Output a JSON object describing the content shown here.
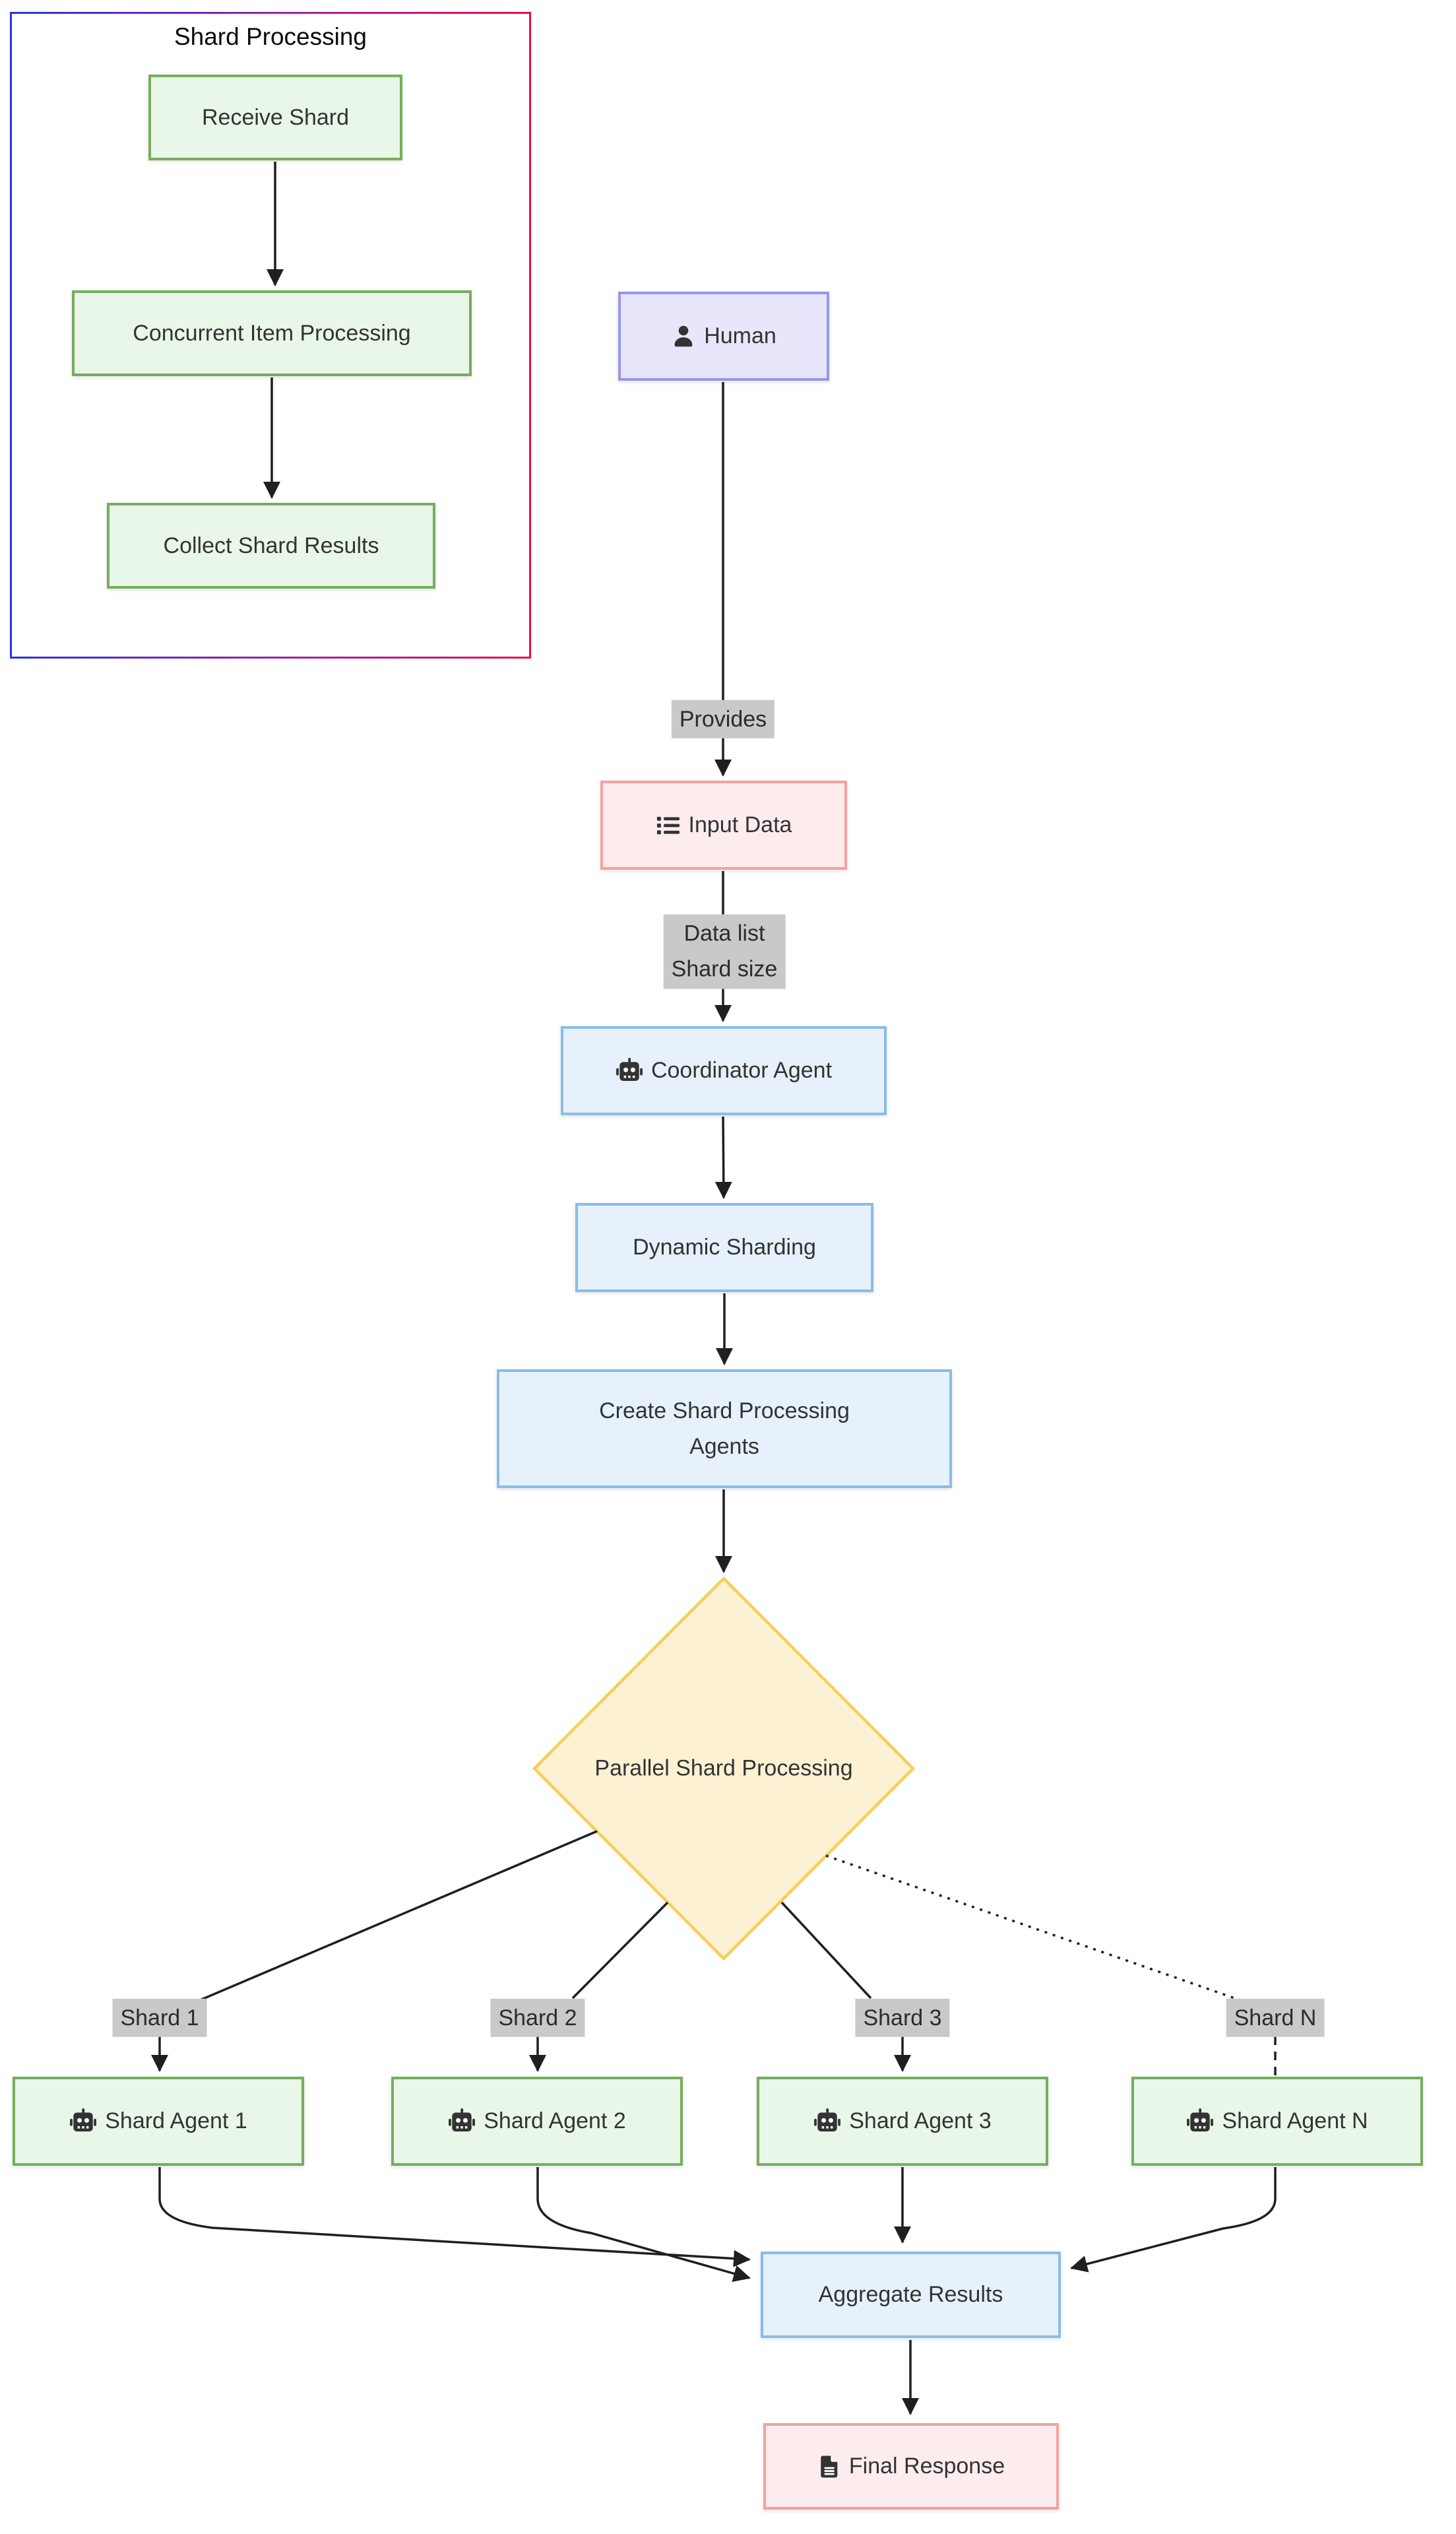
{
  "diagram": {
    "subgraph": {
      "title": "Shard Processing"
    },
    "nodes": {
      "receive_shard": {
        "label": "Receive Shard"
      },
      "concurrent": {
        "label": "Concurrent Item Processing"
      },
      "collect": {
        "label": "Collect Shard Results"
      },
      "human": {
        "label": "Human",
        "icon": "user-icon"
      },
      "input_data": {
        "label": "Input Data",
        "icon": "list-icon"
      },
      "coordinator": {
        "label": "Coordinator Agent",
        "icon": "robot-icon"
      },
      "dynamic": {
        "label": "Dynamic Sharding"
      },
      "create_agents": {
        "label": "Create Shard Processing Agents"
      },
      "parallel": {
        "label": "Parallel Shard Processing"
      },
      "agent1": {
        "label": "Shard Agent 1",
        "icon": "robot-icon"
      },
      "agent2": {
        "label": "Shard Agent 2",
        "icon": "robot-icon"
      },
      "agent3": {
        "label": "Shard Agent 3",
        "icon": "robot-icon"
      },
      "agentN": {
        "label": "Shard Agent N",
        "icon": "robot-icon"
      },
      "aggregate": {
        "label": "Aggregate Results"
      },
      "final": {
        "label": "Final Response",
        "icon": "file-icon"
      }
    },
    "edge_labels": {
      "provides": "Provides",
      "data_list_line1": "Data list",
      "data_list_line2": "Shard size",
      "shard1": "Shard 1",
      "shard2": "Shard 2",
      "shard3": "Shard 3",
      "shardN": "Shard N"
    },
    "colors": {
      "green_fill": "#e9f7e9",
      "green_border": "#77ad5e",
      "blue_fill": "#e6f1fc",
      "blue_border": "#88bde8",
      "pink_fill": "#fdeced",
      "pink_border": "#f4a1a1",
      "purple_fill": "#e7e6fa",
      "purple_border": "#9697ec",
      "diamond_fill": "#fcf2d3",
      "diamond_border": "#f7ce5a",
      "edge_label_bg": "#c9c9c9",
      "edge_stroke": "#1f1f1f",
      "subgraph_gradient": [
        "#2936d8",
        "#a21fae",
        "#e80f4c"
      ]
    }
  }
}
